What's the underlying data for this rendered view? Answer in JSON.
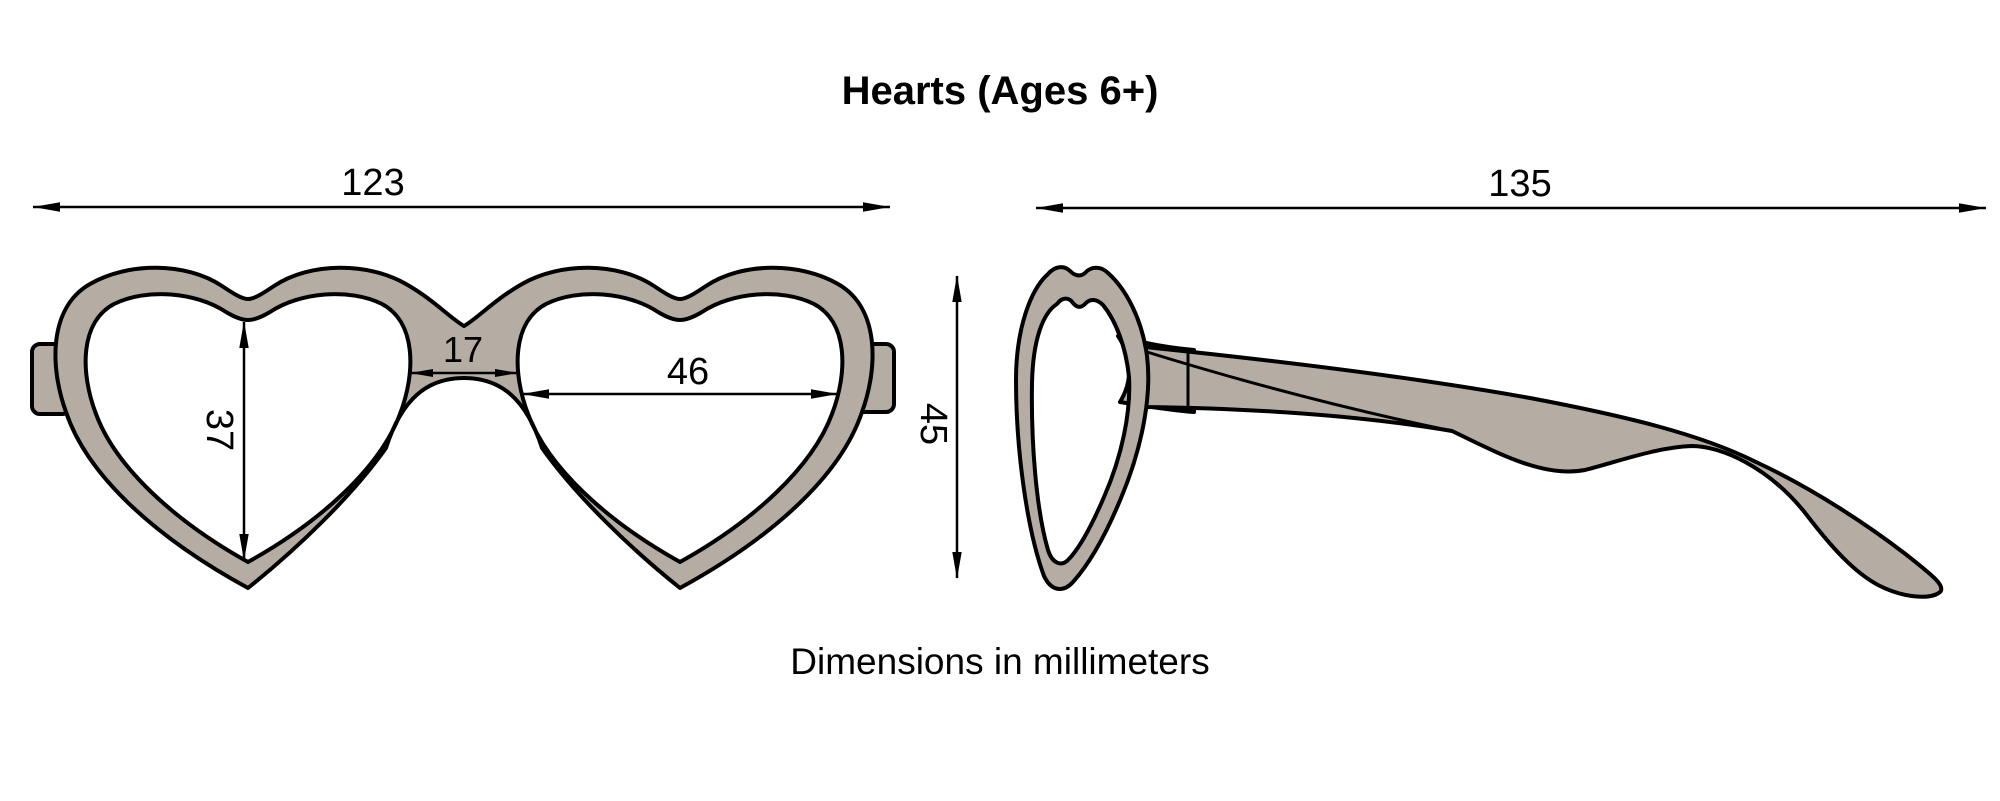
{
  "figure": {
    "title": "Hearts (Ages 6+)",
    "caption": "Dimensions in millimeters",
    "units": "millimeters",
    "views": {
      "front": "front view of heart-shaped frames",
      "side": "side view with temple arm"
    },
    "dimensions": {
      "frame_width_mm": "123",
      "temple_length_mm": "135",
      "bridge_width_mm": "17",
      "lens_width_mm": "46",
      "lens_height_mm": "37",
      "frame_height_mm": "45"
    },
    "colors": {
      "frame_fill": "#b5aca3",
      "line": "#000000",
      "title_text": "#1b2a63",
      "background": "#ffffff"
    }
  }
}
